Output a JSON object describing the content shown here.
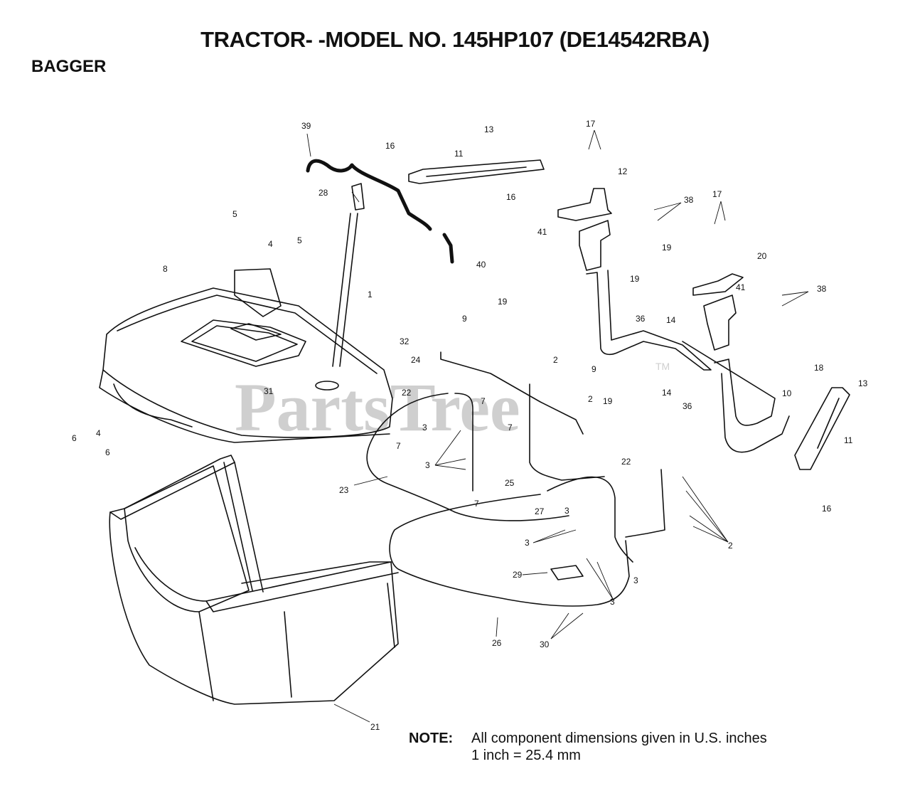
{
  "header": {
    "title": "TRACTOR- -MODEL NO. 145HP107 (DE14542RBA)",
    "section": "BAGGER"
  },
  "watermark": {
    "text": "PartsTree",
    "tm": "TM"
  },
  "callouts": [
    "39",
    "13",
    "17",
    "16",
    "11",
    "12",
    "28",
    "16",
    "38",
    "17",
    "5",
    "4",
    "5",
    "41",
    "8",
    "40",
    "1",
    "19",
    "19",
    "20",
    "38",
    "19",
    "19",
    "41",
    "9",
    "36",
    "14",
    "32",
    "24",
    "2",
    "9",
    "31",
    "22",
    "7",
    "19",
    "14",
    "36",
    "10",
    "18",
    "13",
    "6",
    "2",
    "7",
    "3",
    "4",
    "6",
    "3",
    "7",
    "11",
    "16",
    "23",
    "25",
    "22",
    "7",
    "27",
    "3",
    "2",
    "3",
    "29",
    "3",
    "3",
    "26",
    "30",
    "21"
  ],
  "note": {
    "label": "NOTE:",
    "line1": "All component dimensions given in U.S. inches",
    "line2": "1 inch = 25.4 mm"
  },
  "colors": {
    "ink": "#111111",
    "watermark": "#cfcfcf",
    "background": "#ffffff"
  }
}
